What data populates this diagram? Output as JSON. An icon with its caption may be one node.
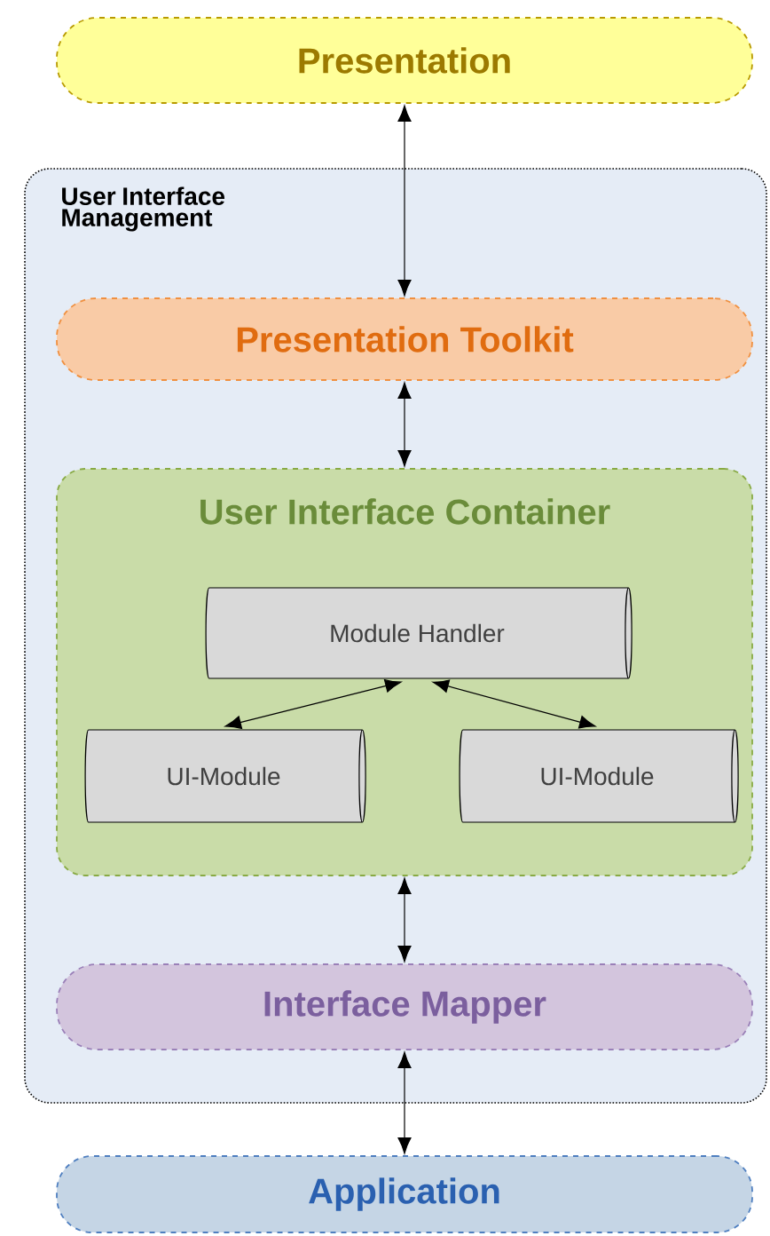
{
  "diagram": {
    "nodes": [
      {
        "text": [
          "Presentation"
        ]
      },
      {
        "text": [
          "User Interface Management"
        ]
      },
      {
        "text": [
          "Presentation Toolkit"
        ],
        "in": 1
      },
      {
        "text": [
          "User Interface Container"
        ],
        "in": 1
      },
      {
        "text": [
          "Module Handler"
        ],
        "in": 3
      },
      {
        "text": [
          "UI-Module"
        ],
        "in": 3
      },
      {
        "text": [
          "UI-Module"
        ],
        "in": 3
      },
      {
        "text": [
          "Interface Mapper"
        ],
        "in": 1
      },
      {
        "text": [
          "Application"
        ]
      }
    ],
    "edges": [
      {
        "from": 0,
        "to": 2,
        "arrow": "both"
      },
      {
        "from": 2,
        "to": 3,
        "arrow": "both"
      },
      {
        "from": 4,
        "to": 5,
        "arrow": "both"
      },
      {
        "from": 4,
        "to": 6,
        "arrow": "both"
      },
      {
        "from": 3,
        "to": 7,
        "arrow": "both"
      },
      {
        "from": 7,
        "to": 8,
        "arrow": "both"
      }
    ]
  }
}
